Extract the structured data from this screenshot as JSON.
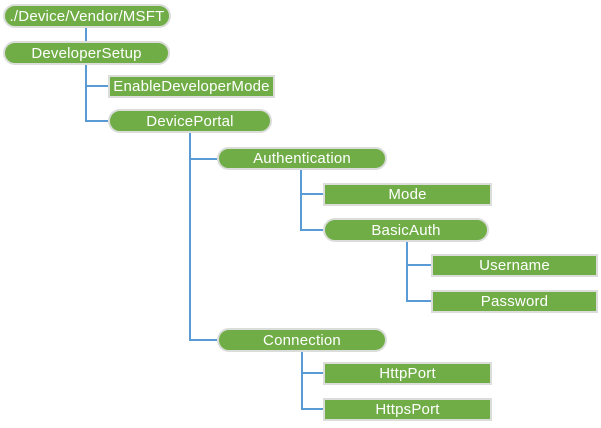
{
  "colors": {
    "node_fill": "#70AD47",
    "node_border": "#DADDDA",
    "node_text": "#FFFFFF",
    "connector": "#5B9BD5",
    "background": "#FFFFFF"
  },
  "nodes": [
    {
      "label": "./Device/Vendor/MSFT",
      "shape": "pill"
    },
    {
      "label": "DeveloperSetup",
      "shape": "pill"
    },
    {
      "label": "EnableDeveloperMode",
      "shape": "rect"
    },
    {
      "label": "DevicePortal",
      "shape": "pill"
    },
    {
      "label": "Authentication",
      "shape": "pill"
    },
    {
      "label": "Mode",
      "shape": "rect"
    },
    {
      "label": "BasicAuth",
      "shape": "pill"
    },
    {
      "label": "Username",
      "shape": "rect"
    },
    {
      "label": "Password",
      "shape": "rect"
    },
    {
      "label": "Connection",
      "shape": "pill"
    },
    {
      "label": "HttpPort",
      "shape": "rect"
    },
    {
      "label": "HttpsPort",
      "shape": "rect"
    }
  ],
  "edges": [
    {
      "parent": "./Device/Vendor/MSFT",
      "child": "DeveloperSetup"
    },
    {
      "parent": "DeveloperSetup",
      "child": "EnableDeveloperMode"
    },
    {
      "parent": "DeveloperSetup",
      "child": "DevicePortal"
    },
    {
      "parent": "DevicePortal",
      "child": "Authentication"
    },
    {
      "parent": "Authentication",
      "child": "Mode"
    },
    {
      "parent": "Authentication",
      "child": "BasicAuth"
    },
    {
      "parent": "BasicAuth",
      "child": "Username"
    },
    {
      "parent": "BasicAuth",
      "child": "Password"
    },
    {
      "parent": "DevicePortal",
      "child": "Connection"
    },
    {
      "parent": "Connection",
      "child": "HttpPort"
    },
    {
      "parent": "Connection",
      "child": "HttpsPort"
    }
  ]
}
